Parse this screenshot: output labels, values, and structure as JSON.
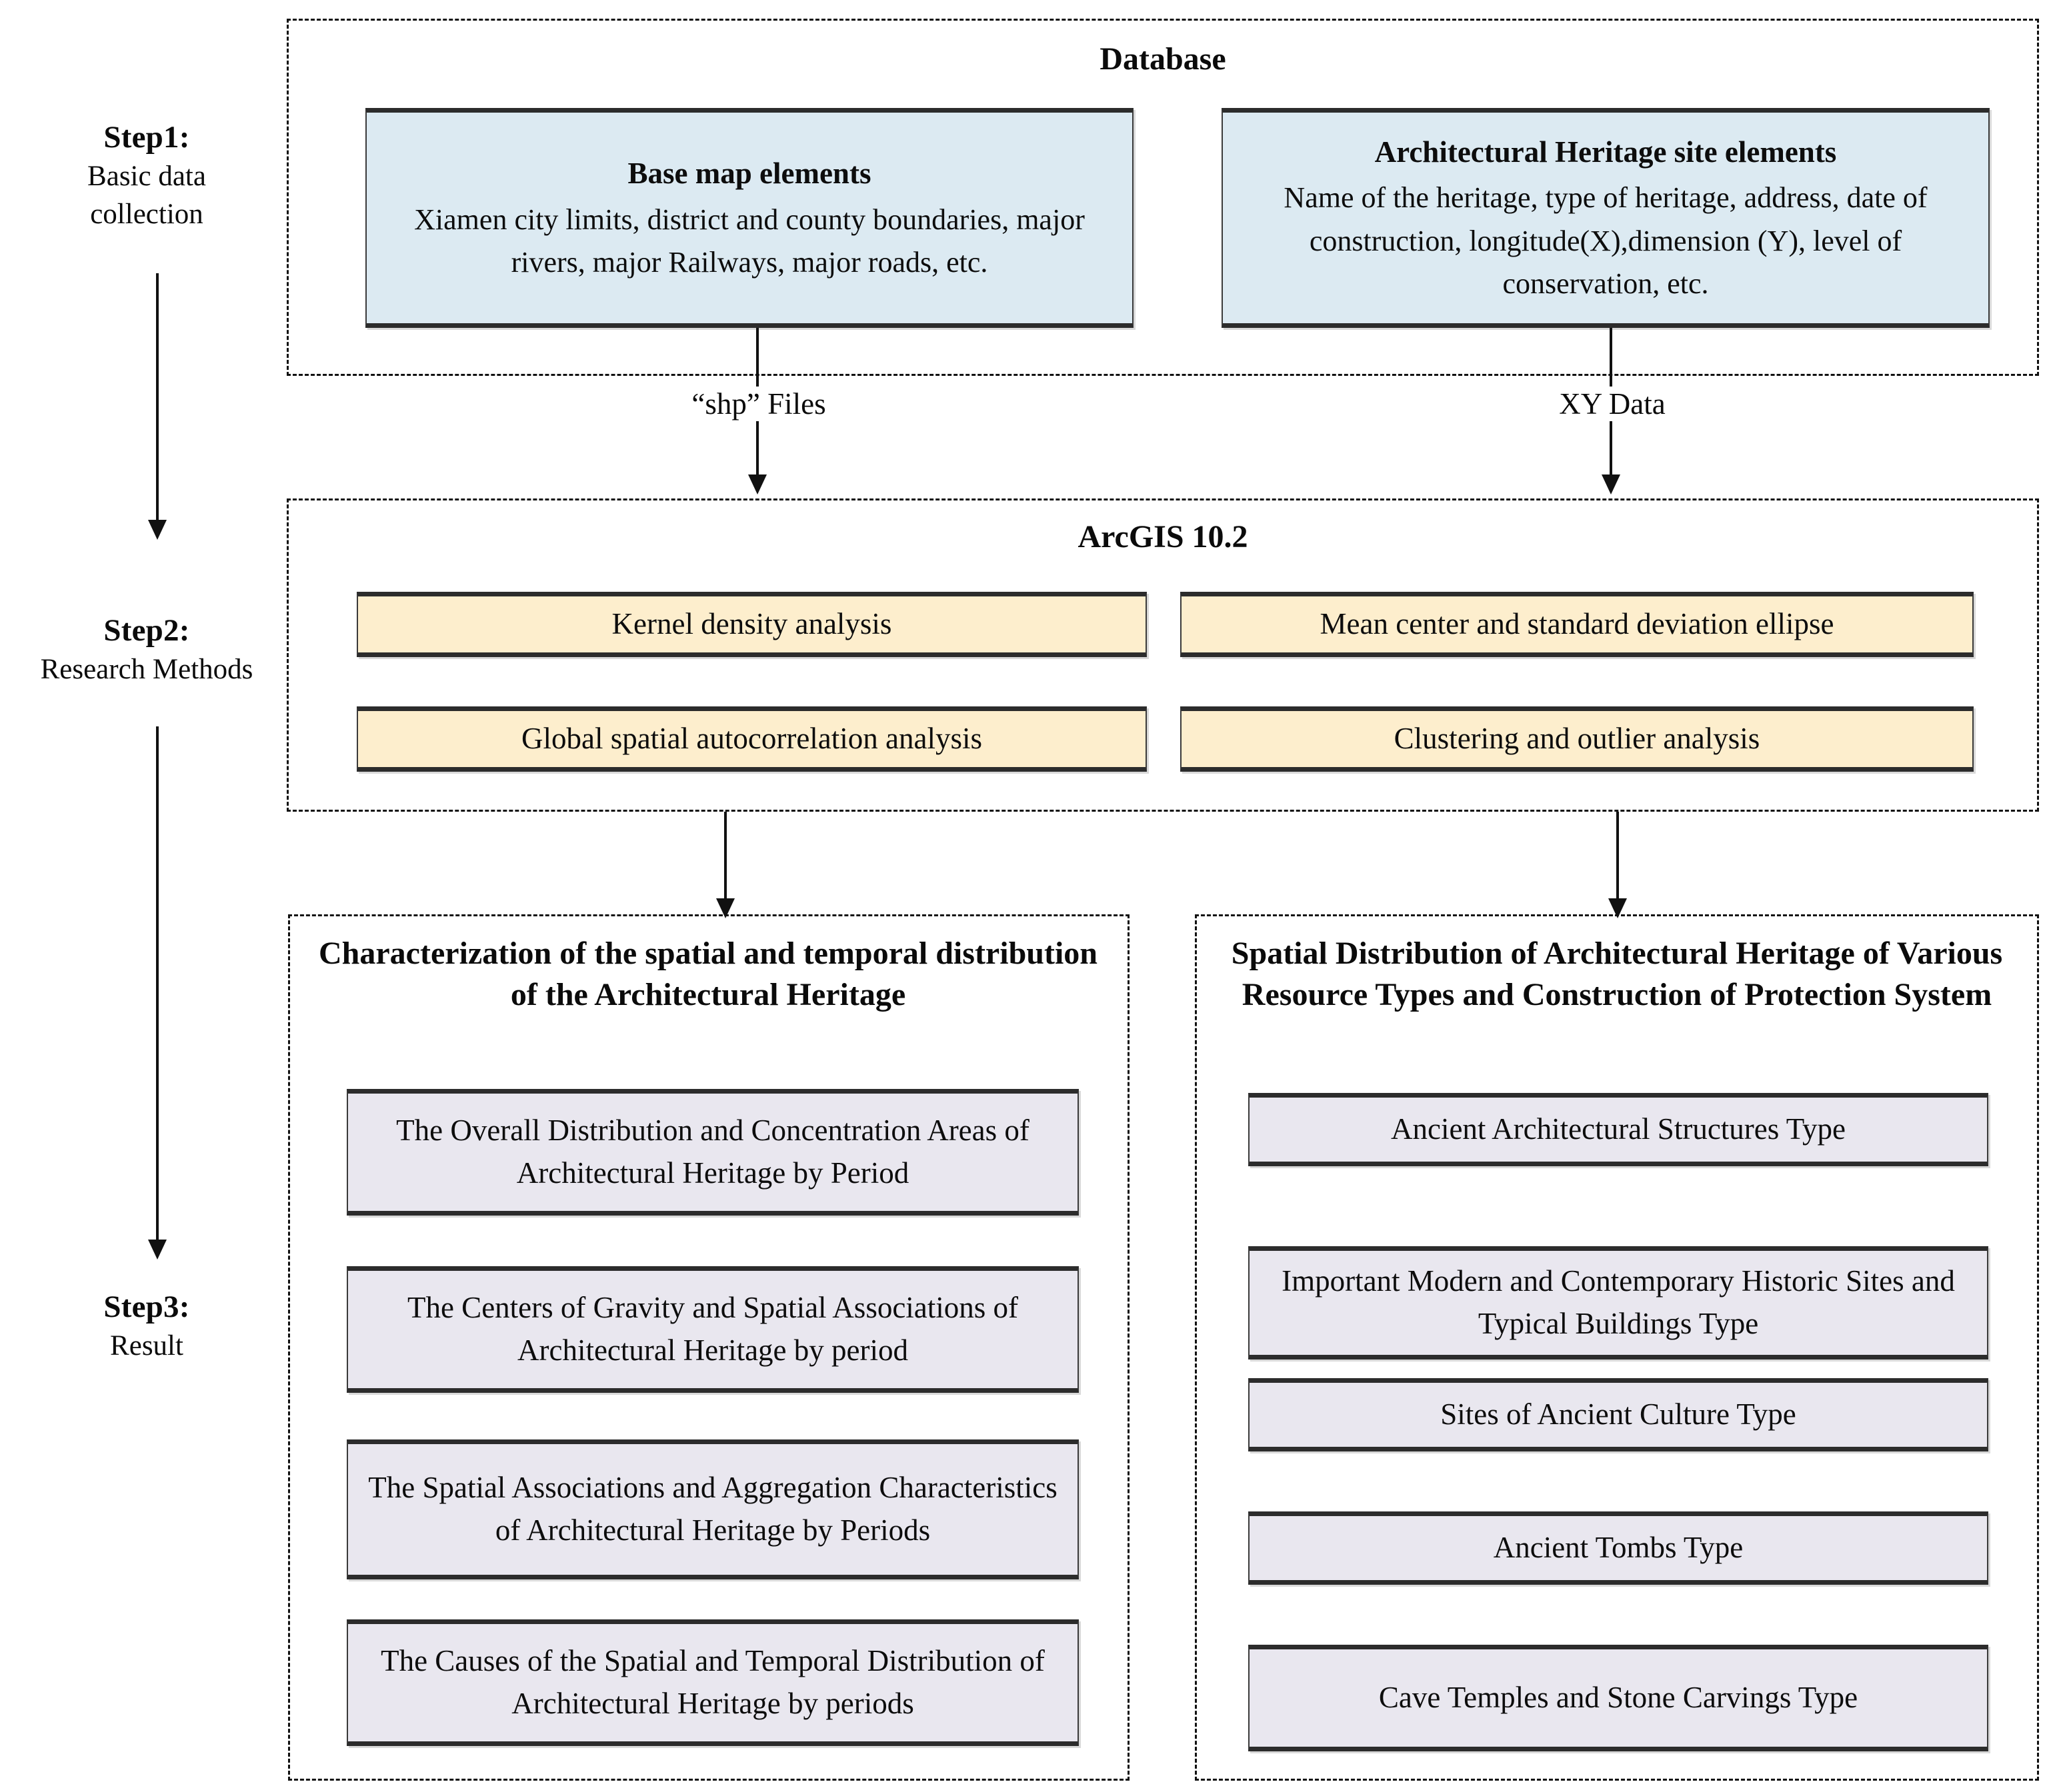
{
  "steps": [
    {
      "title": "Step1:",
      "subtitle_line1": "Basic data",
      "subtitle_line2": "collection"
    },
    {
      "title": "Step2:",
      "subtitle_line1": "Research Methods",
      "subtitle_line2": ""
    },
    {
      "title": "Step3:",
      "subtitle_line1": "Result",
      "subtitle_line2": ""
    }
  ],
  "database": {
    "title": "Database",
    "boxes": [
      {
        "heading": "Base map elements",
        "body": "Xiamen city limits, district and county boundaries, major rivers, major Railways, major roads, etc."
      },
      {
        "heading": "Architectural Heritage site elements",
        "body": "Name of the heritage, type of heritage, address, date of construction, longitude(X),dimension (Y), level of conservation, etc."
      }
    ]
  },
  "edges": {
    "shp_files": "“shp” Files",
    "xy_data": "XY Data"
  },
  "arcgis": {
    "title": "ArcGIS 10.2",
    "methods": [
      "Kernel density analysis",
      "Mean center and standard deviation ellipse",
      "Global spatial autocorrelation analysis",
      "Clustering and outlier analysis"
    ]
  },
  "results_left": {
    "title": "Characterization of the spatial and temporal distribution of the Architectural Heritage",
    "items": [
      "The Overall Distribution and Concentration Areas of Architectural Heritage by Period",
      "The Centers of Gravity and Spatial Associations of Architectural Heritage by period",
      "The Spatial Associations and Aggregation Characteristics of Architectural Heritage by Periods",
      "The Causes of the Spatial and Temporal Distribution of Architectural Heritage by periods"
    ]
  },
  "results_right": {
    "title": "Spatial Distribution of Architectural Heritage of Various Resource Types and Construction of Protection System",
    "items": [
      "Ancient Architectural Structures Type",
      "Important Modern and Contemporary Historic Sites and Typical Buildings Type",
      "Sites of Ancient Culture  Type",
      "Ancient Tombs  Type",
      "Cave Temples and Stone Carvings Type"
    ]
  },
  "colors": {
    "database_box": "#dceaf2",
    "method_box": "#fdeecd",
    "result_box": "#e9e7ef",
    "outline": "#111111"
  }
}
